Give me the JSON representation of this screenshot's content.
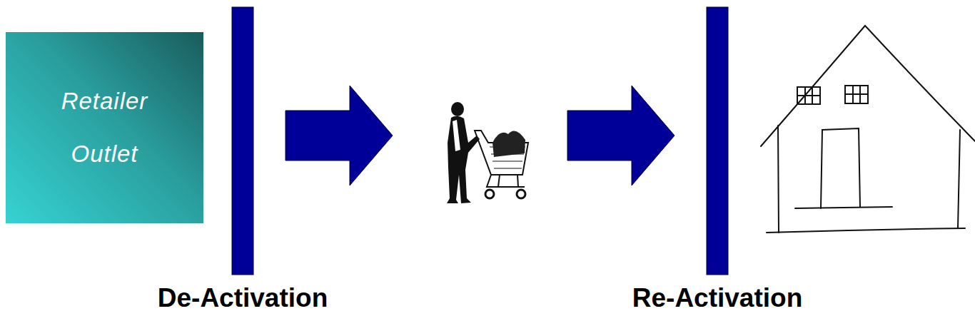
{
  "diagram": {
    "nodes": [
      {
        "text": [
          "Retailer Outlet"
        ]
      }
    ],
    "labels": [
      "De-Activation",
      "Re-Activation"
    ]
  }
}
